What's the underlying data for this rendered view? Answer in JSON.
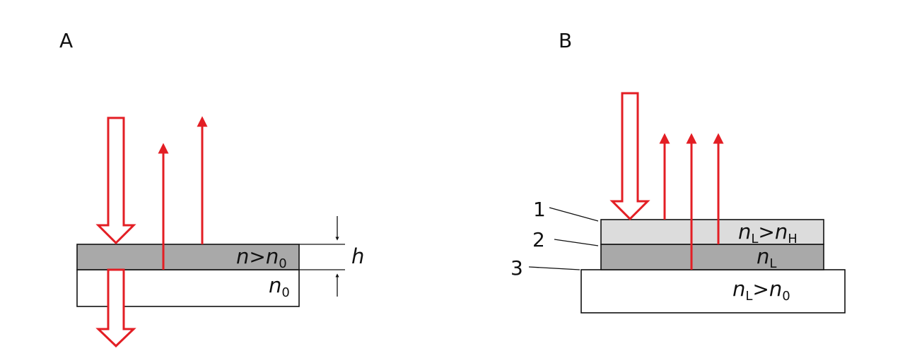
{
  "colors": {
    "arrow": "#e31e24",
    "film_gray": "#a9a9a9",
    "film_light": "#dcdcdc",
    "outline": "#111111",
    "substrate": "#ffffff"
  },
  "panel_a": {
    "label": "A",
    "film_index": "n",
    "film_gt": ">",
    "film_ref": "n",
    "film_ref_sub": "0",
    "substrate_index": "n",
    "substrate_sub": "0",
    "thickness": "h"
  },
  "panel_b": {
    "label": "B",
    "layer_numbers": [
      "1",
      "2",
      "3"
    ],
    "top_layer": {
      "a": "n",
      "a_sub": "L",
      "gt": ">",
      "b": "n",
      "b_sub": "H"
    },
    "middle_layer": {
      "a": "n",
      "a_sub": "L"
    },
    "substrate": {
      "a": "n",
      "a_sub": "L",
      "gt": ">",
      "b": "n",
      "b_sub": "0"
    }
  }
}
